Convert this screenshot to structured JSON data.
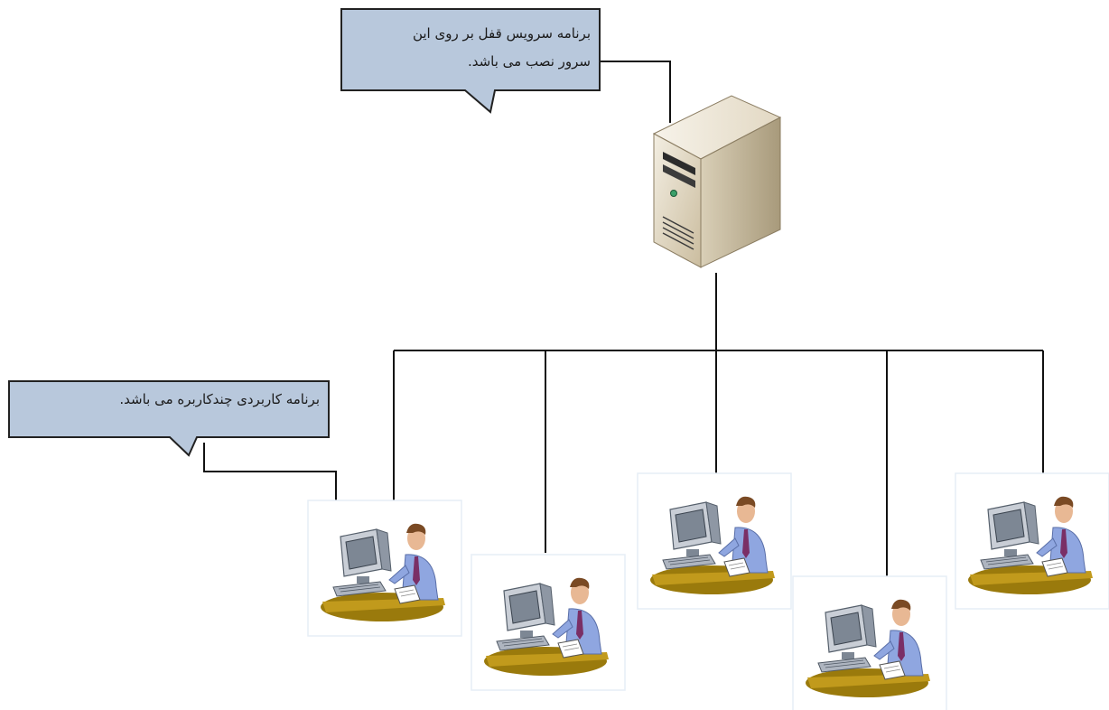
{
  "server_callout": {
    "line1": "برنامه سرویس قفل بر روی این",
    "line2": "سرور نصب می باشد."
  },
  "client_callout": {
    "text": "برنامه کاربردی چندکاربره می باشد."
  },
  "colors": {
    "callout_fill": "#b8c8dc",
    "callout_border": "#222222",
    "connector": "#111111",
    "server_front": "#d2c6ab",
    "server_side": "#efe8d6",
    "desk": "#b48f14",
    "shirt": "#8fa6e0",
    "monitor": "#a0a8b4"
  },
  "icons": {
    "server": "server-tower-icon",
    "workstation": "user-at-computer-icon"
  }
}
